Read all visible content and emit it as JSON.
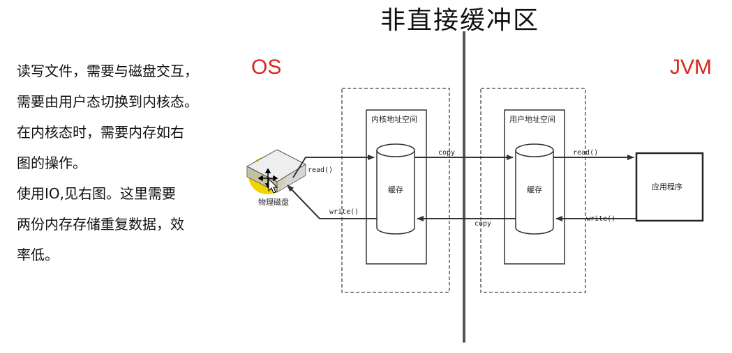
{
  "title": "非直接缓冲区",
  "description_lines": [
    "读写文件，需要与磁盘交互，",
    "需要由用户态切换到内核态。",
    "在内核态时，需要内存如右",
    "图的操作。",
    "使用IO,见右图。这里需要",
    "两份内存存储重复数据，效",
    "率低。"
  ],
  "labels": {
    "os": "OS",
    "jvm": "JVM"
  },
  "colors": {
    "accent_red": "#d9261c",
    "divider": "#555555",
    "cursor_highlight": "#f2d400"
  },
  "diagram": {
    "disk_label": "物理磁盘",
    "kernel_space_label": "内核地址空间",
    "user_space_label": "用户地址空间",
    "kernel_buffer_label": "缓存",
    "user_buffer_label": "缓存",
    "app_label": "应用程序",
    "read_disk": "read()",
    "write_disk": "write()",
    "copy_top": "copy",
    "copy_bottom": "copy",
    "read_app": "read()",
    "write_app": "write()"
  }
}
